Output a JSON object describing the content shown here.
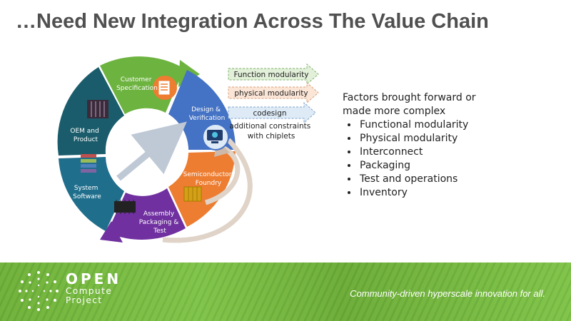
{
  "slide": {
    "title": "…Need New Integration Across The Value Chain"
  },
  "cycle": {
    "stages": [
      {
        "label_lines": [
          "Customer",
          "Specification"
        ]
      },
      {
        "label_lines": [
          "Design &",
          "Verification"
        ]
      },
      {
        "label_lines": [
          "Semiconductor",
          "Foundry"
        ]
      },
      {
        "label_lines": [
          "Assembly",
          "Packaging &",
          "Test"
        ]
      },
      {
        "label_lines": [
          "System",
          "Software"
        ]
      },
      {
        "label_lines": [
          "OEM and",
          "Product"
        ]
      }
    ],
    "colors": {
      "customer": "#6db33f",
      "design": "#4472c4",
      "foundry": "#ed7d31",
      "assembly": "#7030a0",
      "system": "#1f6e8c",
      "oem": "#1a5c6b"
    }
  },
  "arrows": [
    {
      "label": "Function modularity",
      "fill": "#e2f0d9",
      "stroke": "#7fb36b"
    },
    {
      "label": "physical modularity",
      "fill": "#fbe5d6",
      "stroke": "#d9a07a"
    },
    {
      "label": "codesign",
      "fill": "#deebf7",
      "stroke": "#7fa3c8"
    }
  ],
  "constraints_lines": [
    "additional constraints",
    "with chiplets"
  ],
  "factors": {
    "heading_lines": [
      "Factors brought forward or",
      "made more complex"
    ],
    "items": [
      "Functional modularity",
      "Physical modularity",
      "Interconnect",
      "Packaging",
      "Test and operations",
      "Inventory"
    ]
  },
  "footer": {
    "brand": "OPEN",
    "brand_sub_1": "Compute",
    "brand_sub_2": "Project",
    "tagline": "Community-driven hyperscale innovation for all.",
    "color": "#7cc242"
  }
}
